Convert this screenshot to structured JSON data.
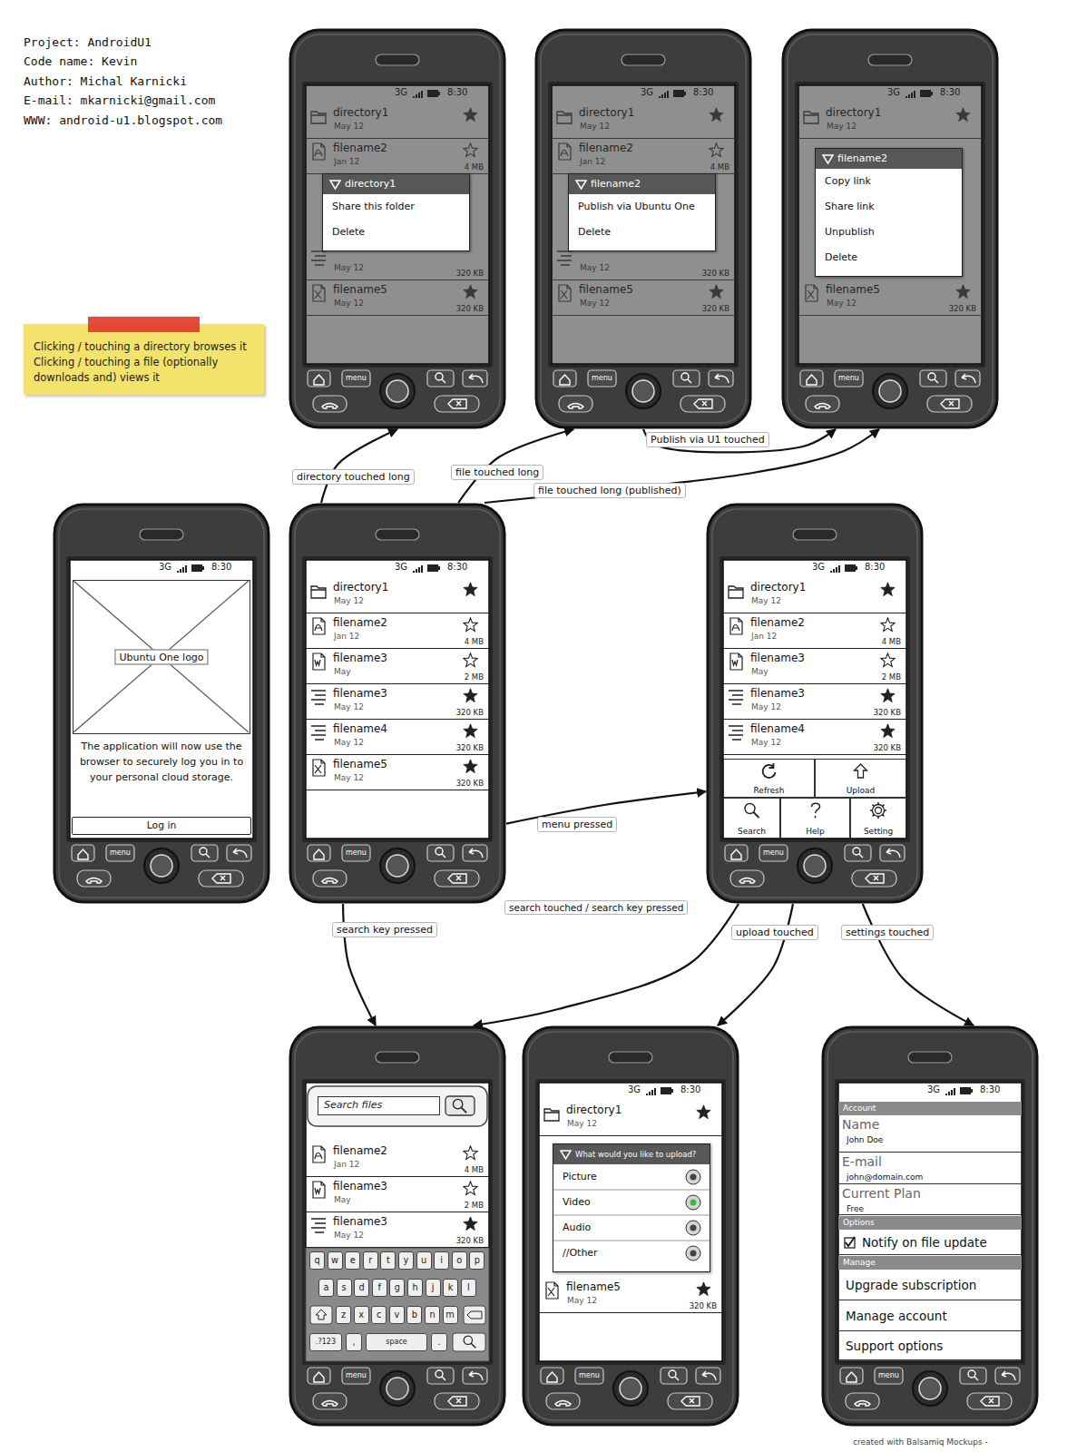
{
  "diagram": {
    "nodes": [
      {
        "text": [
          "3G",
          "8:30",
          "menu"
        ]
      },
      {
        "text": [
          "directory1",
          "May 12"
        ],
        "in": 0
      },
      {
        "text": [
          "filename2",
          "Jan 12",
          "4 MB"
        ],
        "in": 0
      },
      {
        "text": [
          "May 12",
          "320 KB"
        ],
        "in": 0
      },
      {
        "text": [
          "filename5",
          "May 12",
          "320 KB"
        ],
        "in": 0
      },
      {
        "text": [
          "directory1",
          "Share this folder",
          "Delete"
        ],
        "in": 0
      },
      {
        "text": [
          "3G",
          "8:30",
          "menu"
        ]
      },
      {
        "text": [
          "directory1",
          "May 12"
        ],
        "in": 6
      },
      {
        "text": [
          "filename2",
          "Jan 12",
          "4 MB"
        ],
        "in": 6
      },
      {
        "text": [
          "May 12",
          "320 KB"
        ],
        "in": 6
      },
      {
        "text": [
          "filename5",
          "May 12",
          "320 KB"
        ],
        "in": 6
      },
      {
        "text": [
          "filename2",
          "Publish via Ubuntu One",
          "Delete"
        ],
        "in": 6
      },
      {
        "text": [
          "3G",
          "8:30",
          "menu"
        ]
      },
      {
        "text": [
          "directory1",
          "May 12"
        ],
        "in": 12
      },
      {
        "text": [
          "filename5",
          "May 12",
          "320 KB"
        ],
        "in": 12
      },
      {
        "text": [
          "filename2",
          "Copy link",
          "Share link",
          "Unpublish",
          "Delete"
        ],
        "in": 12
      },
      {
        "text": [
          "Clicking / touching a directory browses it",
          "Clicking / touching a file (optionally downloads and) views it"
        ]
      },
      {
        "text": [
          "3G",
          "8:30",
          "The application will now use the browser to securely log you in to your personal cloud storage.",
          "menu"
        ]
      },
      {
        "text": [
          "Ubuntu One logo"
        ],
        "in": 17
      },
      {
        "text": [
          "Log in"
        ],
        "in": 17
      },
      {
        "text": [
          "3G",
          "8:30",
          "menu"
        ]
      },
      {
        "text": [
          "directory1",
          "May 12"
        ],
        "in": 20
      },
      {
        "text": [
          "filename2",
          "Jan 12",
          "4 MB"
        ],
        "in": 20
      },
      {
        "text": [
          "filename3",
          "May",
          "2 MB"
        ],
        "in": 20
      },
      {
        "text": [
          "filename3",
          "May 12",
          "320 KB"
        ],
        "in": 20
      },
      {
        "text": [
          "filename4",
          "May 12",
          "320 KB"
        ],
        "in": 20
      },
      {
        "text": [
          "filename5",
          "May 12",
          "320 KB"
        ],
        "in": 20
      },
      {
        "text": [
          "3G",
          "8:30",
          "menu"
        ]
      },
      {
        "text": [
          "directory1",
          "May 12"
        ],
        "in": 27
      },
      {
        "text": [
          "filename2",
          "Jan 12",
          "4 MB"
        ],
        "in": 27
      },
      {
        "text": [
          "filename3",
          "May",
          "2 MB"
        ],
        "in": 27
      },
      {
        "text": [
          "filename3",
          "May 12",
          "320 KB"
        ],
        "in": 27
      },
      {
        "text": [
          "filename4",
          "May 12",
          "320 KB"
        ],
        "in": 27
      },
      {
        "text": [
          "Refresh"
        ],
        "in": 27
      },
      {
        "text": [
          "Upload"
        ],
        "in": 27
      },
      {
        "text": [
          "Search"
        ],
        "in": 27
      },
      {
        "text": [
          "Help"
        ],
        "in": 27
      },
      {
        "text": [
          "Setting"
        ],
        "in": 27
      },
      {
        "text": [
          "menu"
        ]
      },
      {
        "text": [
          "Search files"
        ],
        "in": 38
      },
      {
        "text": [
          "filename2",
          "Jan 12",
          "4 MB"
        ],
        "in": 38
      },
      {
        "text": [
          "filename3",
          "May",
          "2 MB"
        ],
        "in": 38
      },
      {
        "text": [
          "filename3",
          "May 12",
          "320 KB"
        ],
        "in": 38
      },
      {
        "text": [
          "q"
        ],
        "in": 38
      },
      {
        "text": [
          "w"
        ],
        "in": 38
      },
      {
        "text": [
          "e"
        ],
        "in": 38
      },
      {
        "text": [
          "r"
        ],
        "in": 38
      },
      {
        "text": [
          "t"
        ],
        "in": 38
      },
      {
        "text": [
          "y"
        ],
        "in": 38
      },
      {
        "text": [
          "u"
        ],
        "in": 38
      },
      {
        "text": [
          "i"
        ],
        "in": 38
      },
      {
        "text": [
          "o"
        ],
        "in": 38
      },
      {
        "text": [
          "p"
        ],
        "in": 38
      },
      {
        "text": [
          "a"
        ],
        "in": 38
      },
      {
        "text": [
          "s"
        ],
        "in": 38
      },
      {
        "text": [
          "d"
        ],
        "in": 38
      },
      {
        "text": [
          "f"
        ],
        "in": 38
      },
      {
        "text": [
          "g"
        ],
        "in": 38
      },
      {
        "text": [
          "h"
        ],
        "in": 38
      },
      {
        "text": [
          "j"
        ],
        "in": 38
      },
      {
        "text": [
          "k"
        ],
        "in": 38
      },
      {
        "text": [
          "l"
        ],
        "in": 38
      },
      {
        "text": [
          "z"
        ],
        "in": 38
      },
      {
        "text": [
          "x"
        ],
        "in": 38
      },
      {
        "text": [
          "c"
        ],
        "in": 38
      },
      {
        "text": [
          "v"
        ],
        "in": 38
      },
      {
        "text": [
          "b"
        ],
        "in": 38
      },
      {
        "text": [
          "n"
        ],
        "in": 38
      },
      {
        "text": [
          "m"
        ],
        "in": 38
      },
      {
        "text": [
          ".?123"
        ],
        "in": 38
      },
      {
        "text": [
          ","
        ],
        "in": 38
      },
      {
        "text": [
          "space"
        ],
        "in": 38
      },
      {
        "text": [
          "."
        ],
        "in": 38
      },
      {
        "text": [
          "3G",
          "8:30",
          "menu"
        ]
      },
      {
        "text": [
          "directory1",
          "May 12"
        ],
        "in": 73
      },
      {
        "text": [
          "filename5",
          "May 12",
          "320 KB"
        ],
        "in": 73
      },
      {
        "text": [
          "What would you like to upload?",
          "Picture",
          "Video",
          "Audio",
          "//Other"
        ],
        "in": 73
      },
      {
        "text": [
          "3G",
          "8:30",
          "menu"
        ]
      },
      {
        "text": [
          "Account"
        ],
        "in": 77
      },
      {
        "text": [
          "Name",
          "John Doe"
        ],
        "in": 77
      },
      {
        "text": [
          "E-mail",
          "john@domain.com"
        ],
        "in": 77
      },
      {
        "text": [
          "Current Plan",
          "Free"
        ],
        "in": 77
      },
      {
        "text": [
          "Options"
        ],
        "in": 77
      },
      {
        "text": [
          "Notify on file update"
        ],
        "in": 77
      },
      {
        "text": [
          "Manage"
        ],
        "in": 77
      },
      {
        "text": [
          "Upgrade subscription"
        ],
        "in": 77
      },
      {
        "text": [
          "Manage account"
        ],
        "in": 77
      },
      {
        "text": [
          "Support options"
        ],
        "in": 77
      }
    ],
    "edges": [
      {
        "from": 20,
        "to": 0,
        "label": "directory touched long",
        "arrow": "to"
      },
      {
        "from": 20,
        "to": 6,
        "label": "file touched long",
        "arrow": "to"
      },
      {
        "from": 20,
        "to": 12,
        "label": "file touched long (published)",
        "arrow": "to"
      },
      {
        "from": 6,
        "to": 12,
        "label": "Publish via U1 touched",
        "arrow": "to"
      },
      {
        "from": 20,
        "to": 27,
        "label": "menu pressed",
        "arrow": "to"
      },
      {
        "from": 20,
        "to": 38,
        "label": "search key pressed",
        "arrow": "to"
      },
      {
        "from": 27,
        "to": 38,
        "label": "search touched / search key pressed",
        "arrow": "to"
      },
      {
        "from": 27,
        "to": 73,
        "label": "upload touched",
        "arrow": "to"
      },
      {
        "from": 27,
        "to": 77,
        "label": "settings touched",
        "arrow": "to"
      }
    ],
    "labels": [
      "Project: AndroidU1",
      "Code name: Kevin",
      "Author: Michal Karnicki",
      "E-mail: mkarnicki@gmail.com",
      "WWW: android-u1.blogspot.com",
      "created with Balsamiq Mockups -"
    ]
  }
}
